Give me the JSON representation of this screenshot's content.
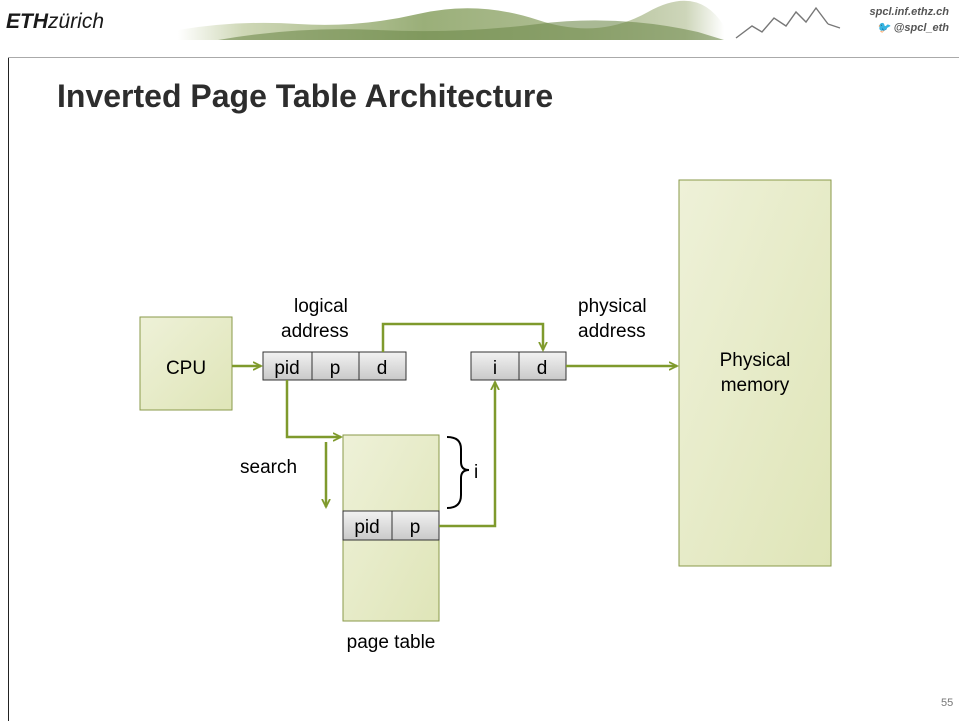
{
  "header": {
    "logo_bold": "ETH",
    "logo_rest": "zürich",
    "site": "spcl.inf.ethz.ch",
    "twitter": "@spcl_eth"
  },
  "slide": {
    "title": "Inverted Page Table Architecture",
    "number": "55"
  },
  "diagram": {
    "cpu_label": "CPU",
    "logical_label_1": "logical",
    "logical_label_2": "address",
    "logical_fields": [
      "pid",
      "p",
      "d"
    ],
    "physical_label_1": "physical",
    "physical_label_2": "address",
    "physical_fields": [
      "i",
      "d"
    ],
    "memory_label_1": "Physical",
    "memory_label_2": "memory",
    "search_label": "search",
    "index_label": "i",
    "table_fields": [
      "pid",
      "p"
    ],
    "page_table_label": "page table"
  },
  "colors": {
    "arrow": "#7f9a2c",
    "box_fill": "#e6ebc6",
    "box_stroke": "#8a9a4a",
    "field_fill": "#d8d8d8"
  }
}
